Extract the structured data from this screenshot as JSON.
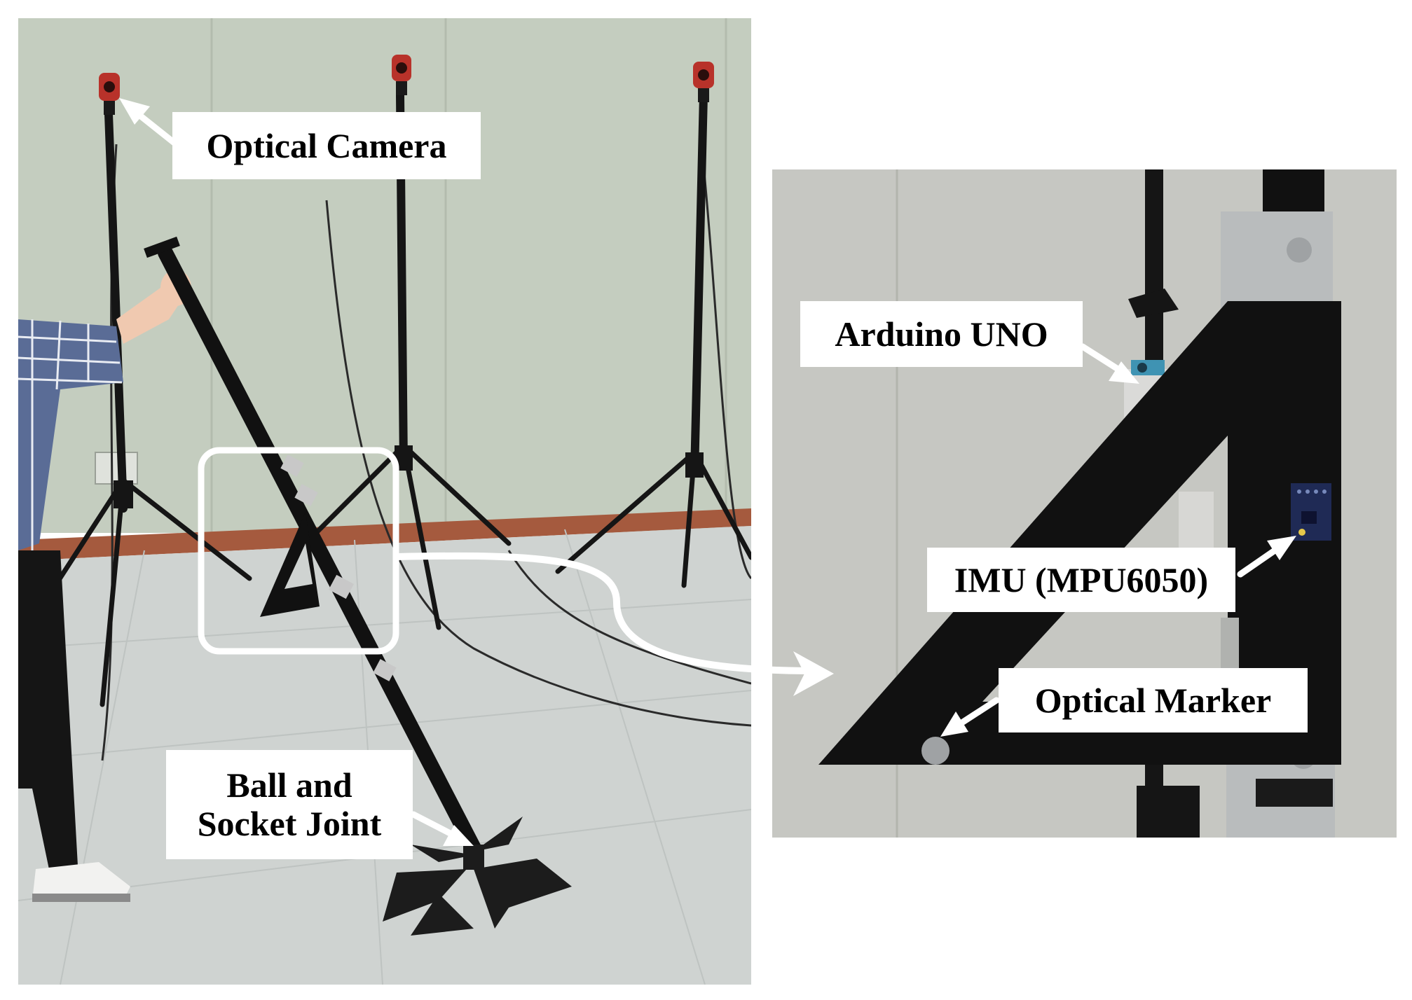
{
  "labels": {
    "optical_camera": "Optical Camera",
    "ball_socket_line1": "Ball and",
    "ball_socket_line2": "Socket Joint",
    "arduino": "Arduino UNO",
    "imu": "IMU (MPU6050)",
    "optical_marker": "Optical Marker"
  },
  "colors": {
    "wall": "#c4cdbf",
    "floor": "#cfd3d1",
    "baseboard": "#a55a3e",
    "camera": "#b8322a",
    "rod": "#111111",
    "right_wall": "#c6c7c2",
    "marker_tape": "#b9bcbd"
  }
}
